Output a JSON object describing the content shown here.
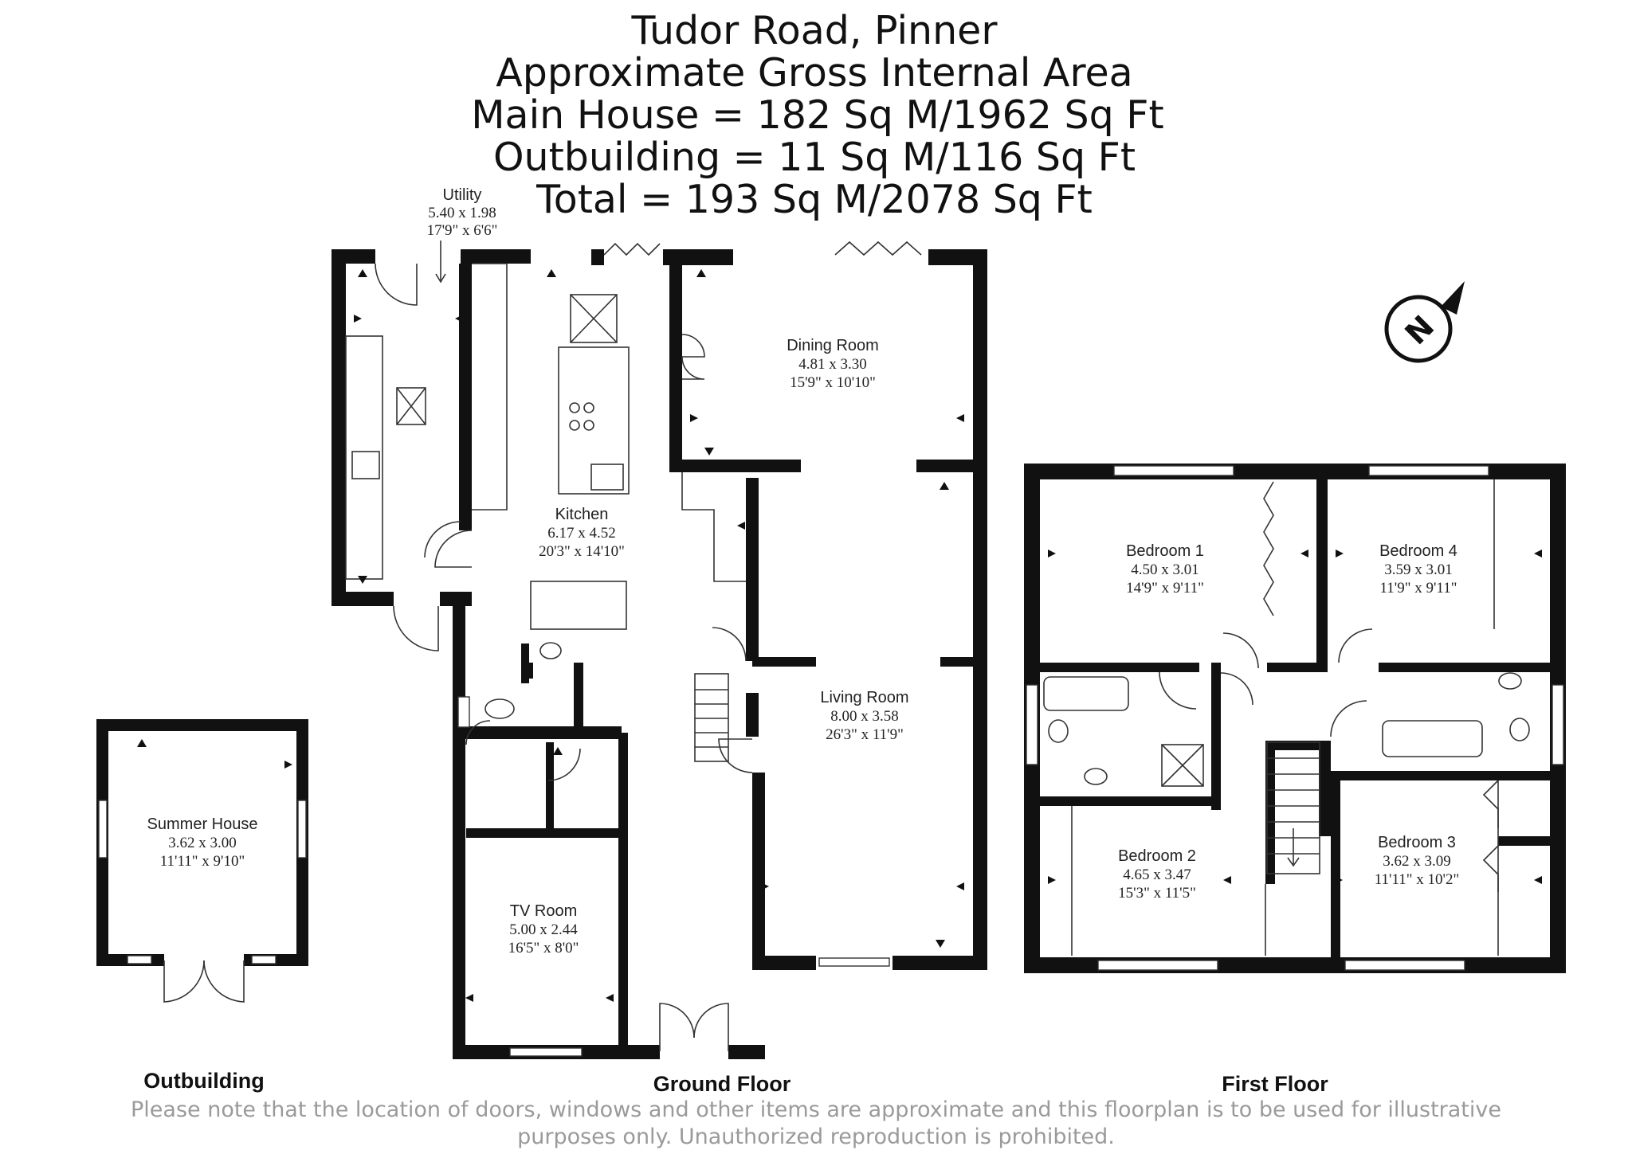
{
  "header": {
    "lines": [
      "Tudor Road, Pinner",
      "Approximate Gross Internal Area",
      "Main House = 182 Sq M/1962 Sq Ft",
      "Outbuilding = 11 Sq M/116 Sq Ft",
      "Total = 193 Sq M/2078 Sq Ft"
    ]
  },
  "rooms": {
    "utility": {
      "name": "Utility",
      "metric": "5.40 x 1.98",
      "imperial": "17'9\" x 6'6\""
    },
    "kitchen": {
      "name": "Kitchen",
      "metric": "6.17 x 4.52",
      "imperial": "20'3\" x 14'10\""
    },
    "dining": {
      "name": "Dining Room",
      "metric": "4.81 x 3.30",
      "imperial": "15'9\" x 10'10\""
    },
    "living": {
      "name": "Living Room",
      "metric": "8.00 x 3.58",
      "imperial": "26'3\" x 11'9\""
    },
    "tv": {
      "name": "TV Room",
      "metric": "5.00 x 2.44",
      "imperial": "16'5\" x 8'0\""
    },
    "summer_house": {
      "name": "Summer House",
      "metric": "3.62 x 3.00",
      "imperial": "11'11\" x 9'10\""
    },
    "bedroom1": {
      "name": "Bedroom 1",
      "metric": "4.50 x 3.01",
      "imperial": "14'9\" x 9'11\""
    },
    "bedroom2": {
      "name": "Bedroom 2",
      "metric": "4.65 x 3.47",
      "imperial": "15'3\" x 11'5\""
    },
    "bedroom3": {
      "name": "Bedroom 3",
      "metric": "3.62 x 3.09",
      "imperial": "11'11\" x 10'2\""
    },
    "bedroom4": {
      "name": "Bedroom 4",
      "metric": "3.59 x 3.01",
      "imperial": "11'9\" x 9'11\""
    }
  },
  "floors": {
    "outbuilding": "Outbuilding",
    "ground": "Ground Floor",
    "first": "First Floor"
  },
  "compass": {
    "letter": "N"
  },
  "disclaimer": {
    "line1": "Please note that the location of doors, windows and other items are approximate and this floorplan is to be used for illustrative",
    "line2": "purposes only. Unauthorized reproduction is prohibited."
  }
}
